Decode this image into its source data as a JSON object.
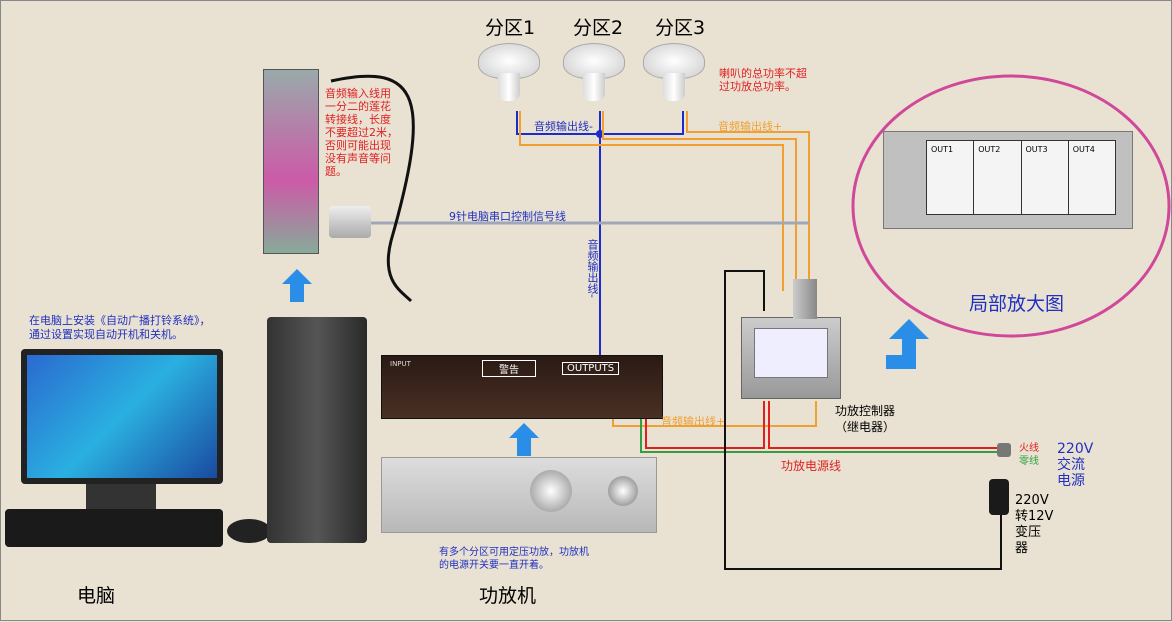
{
  "zones": [
    "分区1",
    "分区2",
    "分区3"
  ],
  "notes": {
    "speaker_power": [
      "喇叭的总功率不超",
      "过功放总功率。"
    ],
    "audio_input": [
      "音频输入线用",
      "一分二的莲花",
      "转接线，长度",
      "不要超过2米，",
      "否则可能出现",
      "没有声音等问",
      "题。"
    ],
    "software": [
      "在电脑上安装《自动广播打铃系统》，",
      "通过设置实现自动开机和关机。"
    ],
    "amp_note": [
      "有多个分区可用定压功放，功放机",
      "的电源开关要一直开着。"
    ]
  },
  "wires": {
    "audio_out_minus": "音频输出线-",
    "audio_out_plus": "音频输出线+",
    "audio_out_vertical": "音频输出线-",
    "audio_out_plus_bottom": "音频输出线+",
    "serial": "9针电脑串口控制信号线",
    "amp_power": "功放电源线",
    "live": "火线",
    "neutral": "零线"
  },
  "labels": {
    "computer": "电脑",
    "amplifier": "功放机",
    "controller": [
      "功放控制器",
      "（继电器）"
    ],
    "zoom_view": "局部放大图",
    "ac_power": [
      "220V",
      "交流",
      "电源"
    ],
    "transformer": [
      "220V",
      "转12V",
      "变压",
      "器"
    ],
    "amp_panel_warning": "警告",
    "amp_panel_outputs": "OUTPUTS",
    "amp_panel_input": "INPUT",
    "relay_channels": [
      "OUT1",
      "OUT2",
      "OUT3",
      "OUT4"
    ]
  },
  "colors": {
    "minus": "#1a2cd0",
    "plus": "#f0a030",
    "serial": "#a0a8b8",
    "live": "#e02020",
    "neutral": "#30a040",
    "arrow": "#2a8ee8"
  }
}
